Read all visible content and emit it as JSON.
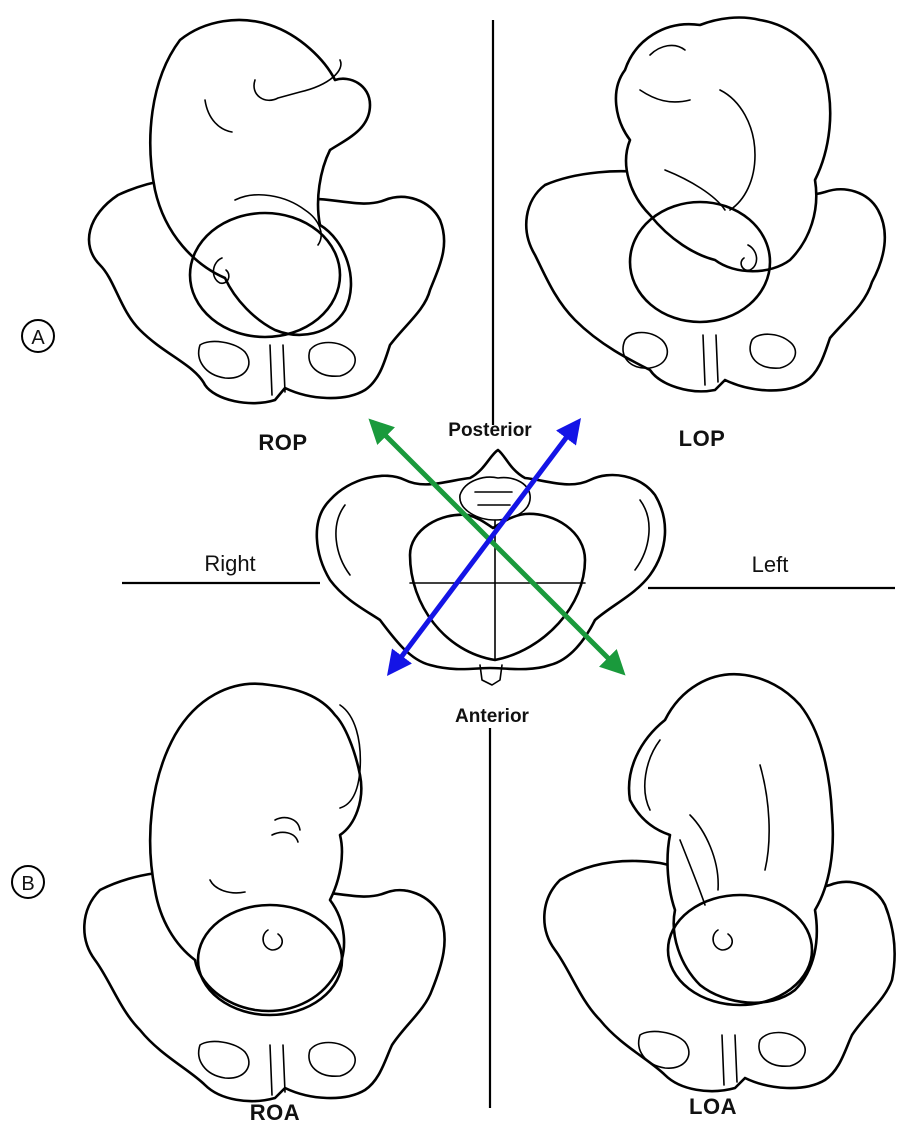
{
  "figure": {
    "panel_markers": {
      "a": "A",
      "b": "B"
    },
    "quadrants": {
      "top_left": "ROP",
      "top_right": "LOP",
      "bottom_left": "ROA",
      "bottom_right": "LOA"
    },
    "directions": {
      "posterior": "Posterior",
      "anterior": "Anterior",
      "right": "Right",
      "left": "Left"
    },
    "arrows": [
      {
        "id": "green-diagonal",
        "color": "#1a9a3c"
      },
      {
        "id": "blue-diagonal",
        "color": "#1414e6"
      }
    ]
  }
}
